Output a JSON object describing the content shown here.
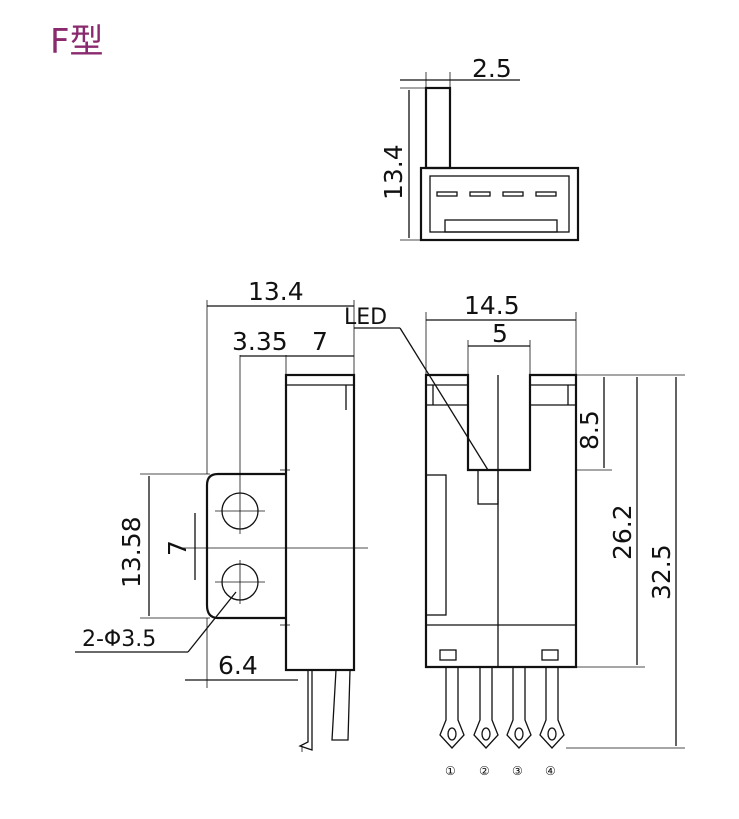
{
  "title": "F型",
  "top_view": {
    "width": "2.5",
    "height": "13.4"
  },
  "side_view": {
    "overall": "13.4",
    "offset": "3.35",
    "slot": "7",
    "height": "13.58",
    "hole_pitch": "7",
    "holes": "2-Φ3.5",
    "bottom": "6.4"
  },
  "front_view": {
    "led": "LED",
    "width": "14.5",
    "gap": "5",
    "h1": "8.5",
    "h2": "26.2",
    "h3": "32.5"
  },
  "pins": [
    "①",
    "②",
    "③",
    "④"
  ]
}
